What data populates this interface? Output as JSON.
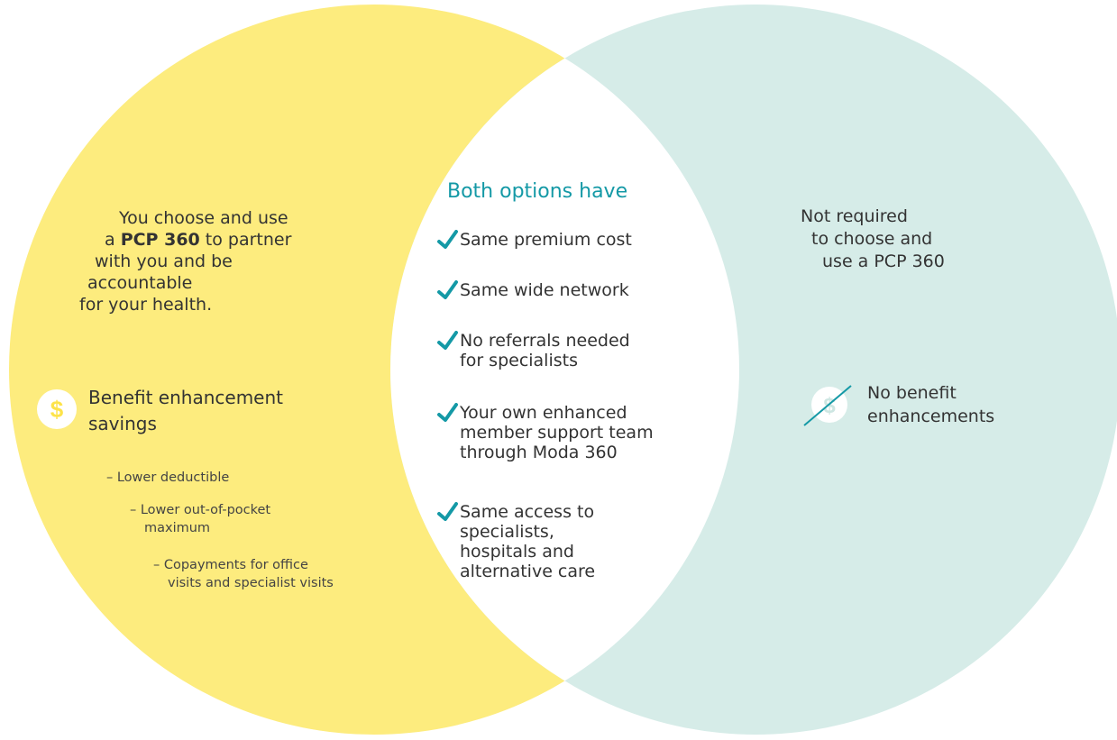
{
  "colors": {
    "left_circle": "#fdec7e",
    "right_circle": "#d6ece8",
    "overlap": "#ffffff",
    "accent_teal": "#1499a6",
    "text": "#333333"
  },
  "left": {
    "intro_line1": "You choose and use",
    "intro_line2_prefix": "a ",
    "intro_line2_bold": "PCP 360",
    "intro_line2_suffix": " to partner",
    "intro_line3": "with you and be",
    "intro_line4": "accountable",
    "intro_line5": "for your health.",
    "benefit_icon": "dollar-sign-icon",
    "benefit_heading_line1": "Benefit enhancement",
    "benefit_heading_line2": "savings",
    "benefit_items": {
      "item1": "– Lower deductible",
      "item2_line1": "– Lower out-of-pocket",
      "item2_line2": "maximum",
      "item3_line1": "– Copayments for office",
      "item3_line2": "visits and specialist visits"
    }
  },
  "center": {
    "heading": "Both options have",
    "check_icon": "checkmark-icon",
    "items": [
      {
        "line1": "Same premium cost",
        "line2": "",
        "line3": ""
      },
      {
        "line1": "Same wide network",
        "line2": "",
        "line3": ""
      },
      {
        "line1": "No referrals needed",
        "line2": "for specialists",
        "line3": ""
      },
      {
        "line1": "Your own enhanced",
        "line2": "member support team",
        "line3": "through Moda 360"
      },
      {
        "line1": "Same access to",
        "line2": "specialists,",
        "line3": "hospitals and",
        "line4": "alternative care"
      }
    ]
  },
  "right": {
    "intro_line1": "Not required",
    "intro_line2": "to choose and",
    "intro_line3": "use a PCP 360",
    "no_benefit_icon": "no-dollar-sign-icon",
    "no_benefit_line1": "No benefit",
    "no_benefit_line2": "enhancements"
  }
}
